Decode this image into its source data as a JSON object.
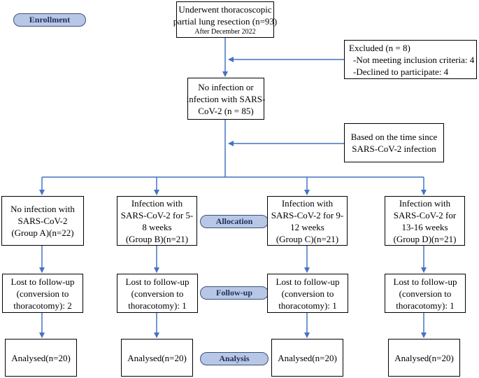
{
  "stages": {
    "enrollment": "Enrollment",
    "allocation": "Allocation",
    "follow_up": "Follow-up",
    "analysis": "Analysis"
  },
  "top_box": {
    "line1": "Underwent thoracoscopic",
    "line2": "partial lung resection (n=93)",
    "line3": "After December 2022"
  },
  "excluded_box": {
    "line1": "Excluded (n = 8)",
    "line2": "-Not meeting inclusion criteria: 4",
    "line3": "-Declined to participate: 4"
  },
  "eligible_box": {
    "line1": "No infection or",
    "line2": "infection with SARS-",
    "line3": "CoV-2 (n = 85)"
  },
  "criteria_box": {
    "line1": "Based on the time since",
    "line2": "SARS-CoV-2 infection"
  },
  "groups": [
    {
      "line1": "No infection with",
      "line2": "SARS-CoV-2",
      "line3": "(Group A)(n=22)",
      "lost1": "Lost to follow-up",
      "lost2": "(conversion to",
      "lost3": "thoracotomy): 2",
      "analysed": "Analysed(n=20)"
    },
    {
      "line1": "Infection with",
      "line2": "SARS-CoV-2 for 5-",
      "line3": "8 weeks",
      "line4": "(Group B)(n=21)",
      "lost1": "Lost to follow-up",
      "lost2": "(conversion to",
      "lost3": "thoracotomy): 1",
      "analysed": "Analysed(n=20)"
    },
    {
      "line1": "Infection with",
      "line2": "SARS-CoV-2 for 9-",
      "line3": "12 weeks",
      "line4": "(Group C)(n=21)",
      "lost1": "Lost to follow-up",
      "lost2": "(conversion to",
      "lost3": "thoracotomy): 1",
      "analysed": "Analysed(n=20)"
    },
    {
      "line1": "Infection with",
      "line2": "SARS-CoV-2 for",
      "line3": "13-16 weeks",
      "line4": "(Group D)(n=21)",
      "lost1": "Lost to follow-up",
      "lost2": "(conversion to",
      "lost3": "thoracotomy): 1",
      "analysed": "Analysed(n=20)"
    }
  ],
  "colors": {
    "arrow": "#4472c4",
    "stage_fill": "#b8c7e6",
    "stage_border": "#3c4f7a"
  }
}
